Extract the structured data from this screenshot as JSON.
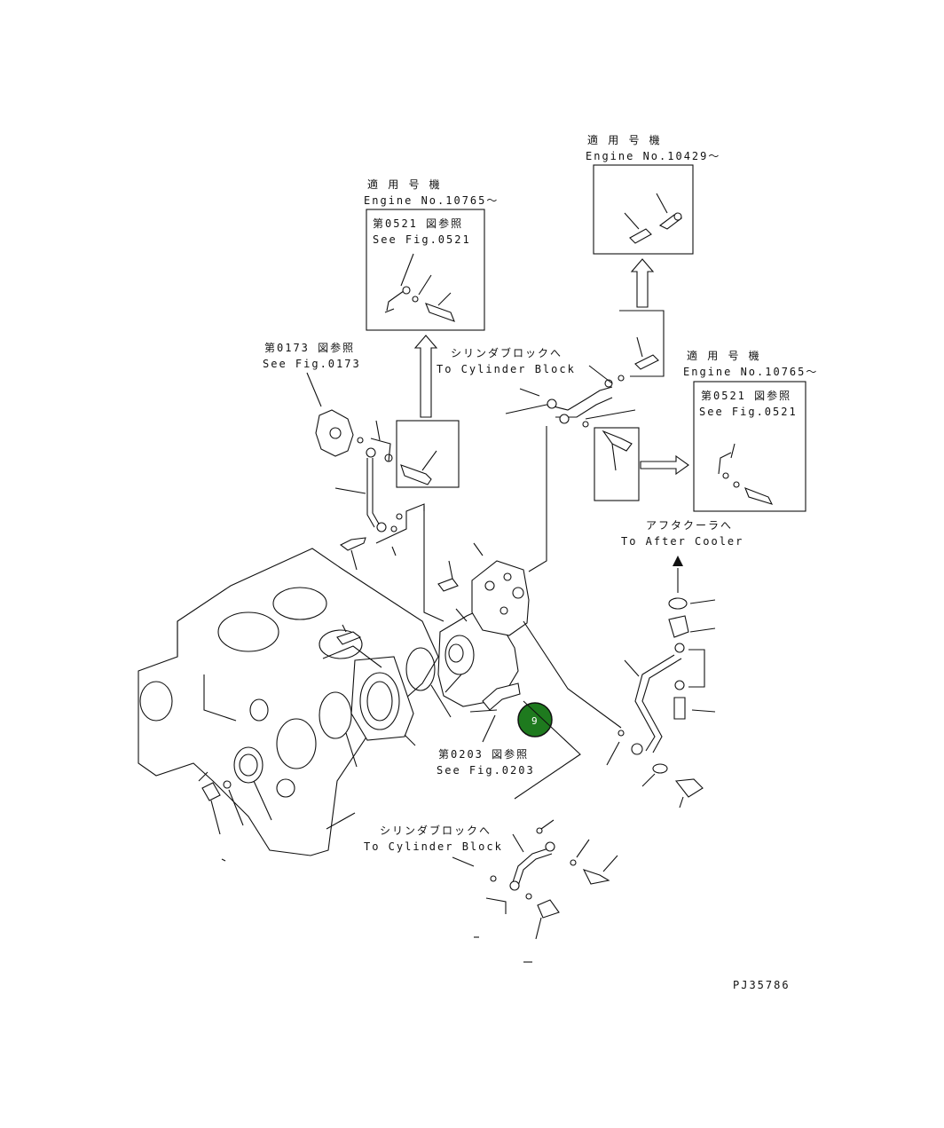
{
  "callouts": {
    "top_left_applicable": {
      "label": "適 用 号 機",
      "engine": "Engine No.10765～",
      "ref_jp": "第0521 図参照",
      "ref_en": "See Fig.0521"
    },
    "top_right_applicable": {
      "label": "適 用 号 機",
      "engine": "Engine No.10429～"
    },
    "right_applicable": {
      "label": "適 用 号 機",
      "engine": "Engine No.10765～",
      "ref_jp": "第0521 図参照",
      "ref_en": "See Fig.0521"
    },
    "fig0173": {
      "ref_jp": "第0173 図参照",
      "ref_en": "See Fig.0173"
    },
    "fig0203": {
      "ref_jp": "第0203 図参照",
      "ref_en": "See Fig.0203"
    },
    "cyl_block_upper": {
      "jp": "シリンダブロックへ",
      "en": "To Cylinder Block"
    },
    "cyl_block_lower": {
      "jp": "シリンダブロックへ",
      "en": "To Cylinder Block"
    },
    "after_cooler": {
      "jp": "アフタクーラへ",
      "en": "To After Cooler"
    }
  },
  "marker": {
    "label": "9",
    "color": "#1e7a1e"
  },
  "drawing_number": "PJ35786"
}
